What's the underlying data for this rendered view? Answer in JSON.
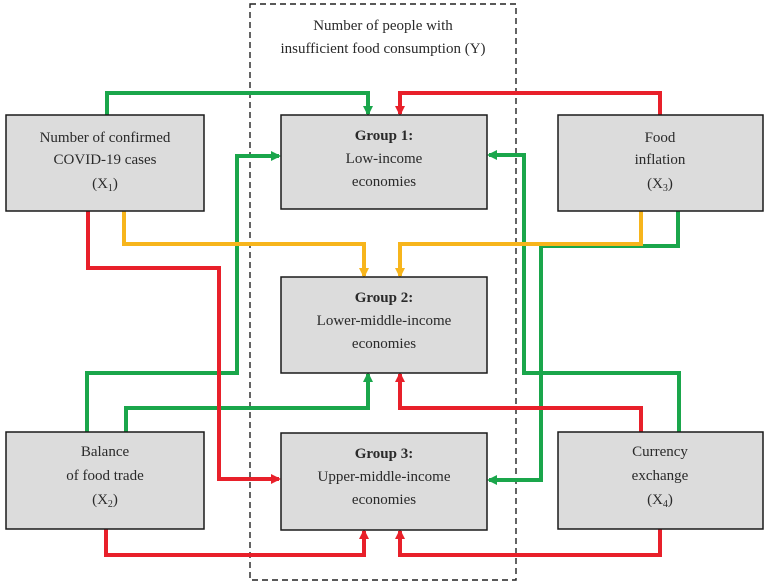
{
  "header": {
    "line1": "Number of people with",
    "line2": "insufficient food consumption (Y)"
  },
  "factors": {
    "x1": {
      "line1": "Number of confirmed",
      "line2": "COVID-19 cases",
      "var": "X",
      "sub": "1"
    },
    "x2": {
      "line1": "Balance",
      "line2": "of food trade",
      "var": "X",
      "sub": "2"
    },
    "x3": {
      "line1": "Food",
      "line2": "inflation",
      "var": "X",
      "sub": "3"
    },
    "x4": {
      "line1": "Currency",
      "line2": "exchange",
      "var": "X",
      "sub": "4"
    }
  },
  "groups": {
    "g1": {
      "title": "Group 1:",
      "line1": "Low-income",
      "line2": "economies"
    },
    "g2": {
      "title": "Group 2:",
      "line1": "Lower-middle-income",
      "line2": "economies"
    },
    "g3": {
      "title": "Group 3:",
      "line1": "Upper-middle-income",
      "line2": "economies"
    }
  },
  "colors": {
    "green": "#1aa64b",
    "red": "#e8202a",
    "orange": "#f7b51c",
    "box_fill": "#dcdcdc",
    "box_stroke": "#1a1a1a"
  }
}
